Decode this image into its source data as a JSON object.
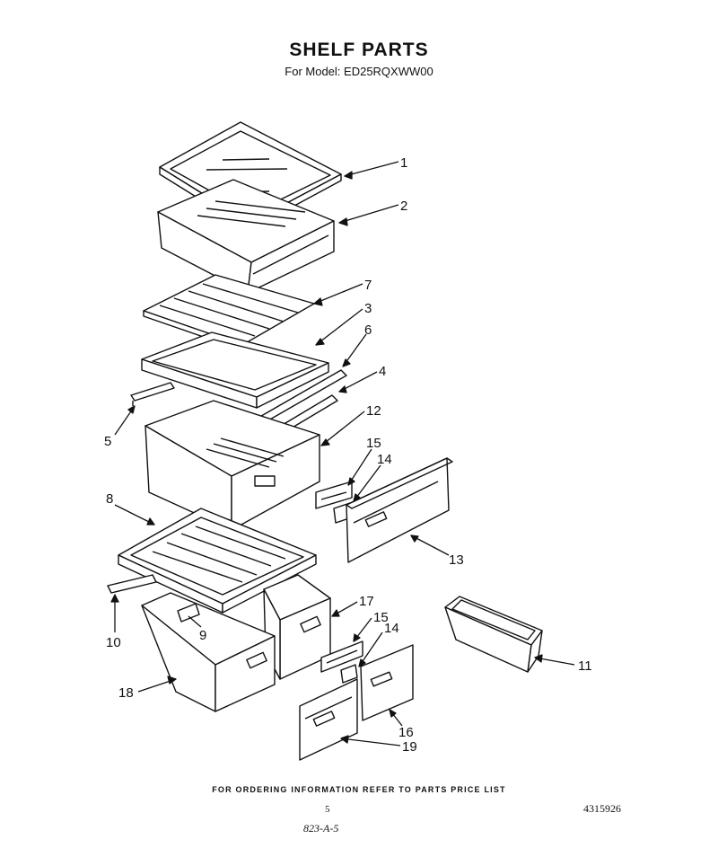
{
  "header": {
    "title": "SHELF PARTS",
    "model_line": "For Model: ED25RQXWW00"
  },
  "callouts": [
    "1",
    "2",
    "7",
    "3",
    "6",
    "4",
    "5",
    "12",
    "15",
    "14",
    "13",
    "8",
    "17",
    "15",
    "14",
    "9",
    "10",
    "11",
    "18",
    "16",
    "19"
  ],
  "footer": {
    "ordering_note": "FOR ORDERING INFORMATION REFER TO PARTS PRICE LIST",
    "page_number": "5",
    "document_number": "4315926",
    "handwritten_note": "823-A-5"
  }
}
